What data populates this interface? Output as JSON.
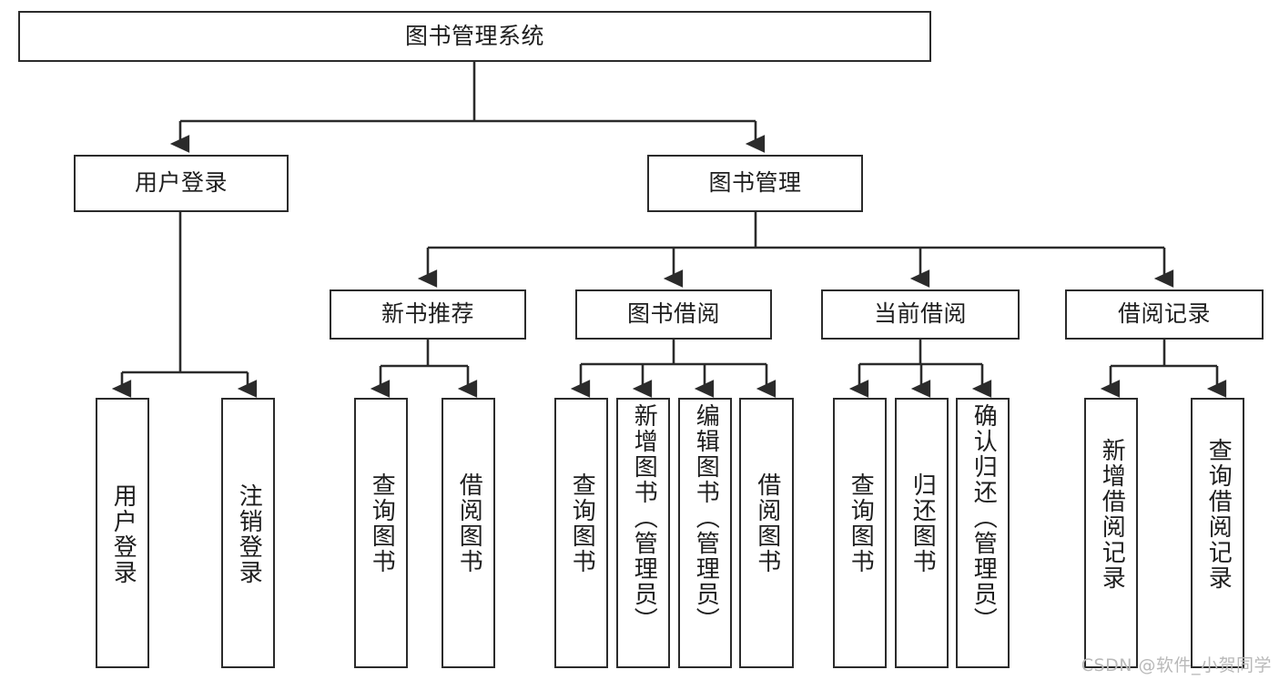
{
  "diagram": {
    "type": "tree",
    "title": "图书管理系统",
    "watermark": "CSDN @软件_小贺同学",
    "colors": {
      "box_border": "#2b2b2b",
      "box_fill": "#ffffff",
      "edge": "#2b2b2b",
      "text": "#1e1e1e",
      "watermark": "#b9b9b9",
      "background": "#ffffff"
    },
    "nodes": {
      "root": {
        "label": "图书管理系统",
        "level": 1,
        "orientation": "horizontal"
      },
      "n_user_login": {
        "label": "用户登录",
        "level": 2,
        "orientation": "horizontal"
      },
      "n_book_mgmt": {
        "label": "图书管理",
        "level": 2,
        "orientation": "horizontal"
      },
      "n_new_book_rec": {
        "label": "新书推荐",
        "level": 3,
        "orientation": "horizontal"
      },
      "n_book_borrow": {
        "label": "图书借阅",
        "level": 3,
        "orientation": "horizontal"
      },
      "n_current_borrow": {
        "label": "当前借阅",
        "level": 3,
        "orientation": "horizontal"
      },
      "n_borrow_record": {
        "label": "借阅记录",
        "level": 3,
        "orientation": "horizontal"
      },
      "l_user_login": {
        "label": "用户登录",
        "level": 4,
        "orientation": "vertical"
      },
      "l_user_logout": {
        "label": "注销登录",
        "level": 4,
        "orientation": "vertical"
      },
      "l_query_book_1": {
        "label": "查询图书",
        "level": 4,
        "orientation": "vertical"
      },
      "l_borrow_book_1": {
        "label": "借阅图书",
        "level": 4,
        "orientation": "vertical"
      },
      "l_query_book_2": {
        "label": "查询图书",
        "level": 4,
        "orientation": "vertical"
      },
      "l_add_book": {
        "label": "新增图书（管理员）",
        "level": 4,
        "orientation": "vertical"
      },
      "l_edit_book": {
        "label": "编辑图书（管理员）",
        "level": 4,
        "orientation": "vertical"
      },
      "l_borrow_book_2": {
        "label": "借阅图书",
        "level": 4,
        "orientation": "vertical"
      },
      "l_query_book_3": {
        "label": "查询图书",
        "level": 4,
        "orientation": "vertical"
      },
      "l_return_book": {
        "label": "归还图书",
        "level": 4,
        "orientation": "vertical"
      },
      "l_confirm_return": {
        "label": "确认归还（管理员）",
        "level": 4,
        "orientation": "vertical"
      },
      "l_add_record": {
        "label": "新增借阅记录",
        "level": 4,
        "orientation": "vertical"
      },
      "l_query_record": {
        "label": "查询借阅记录",
        "level": 4,
        "orientation": "vertical"
      }
    },
    "edges": [
      {
        "from": "root",
        "to": "n_user_login"
      },
      {
        "from": "root",
        "to": "n_book_mgmt"
      },
      {
        "from": "n_user_login",
        "to": "l_user_login"
      },
      {
        "from": "n_user_login",
        "to": "l_user_logout"
      },
      {
        "from": "n_book_mgmt",
        "to": "n_new_book_rec"
      },
      {
        "from": "n_book_mgmt",
        "to": "n_book_borrow"
      },
      {
        "from": "n_book_mgmt",
        "to": "n_current_borrow"
      },
      {
        "from": "n_book_mgmt",
        "to": "n_borrow_record"
      },
      {
        "from": "n_new_book_rec",
        "to": "l_query_book_1"
      },
      {
        "from": "n_new_book_rec",
        "to": "l_borrow_book_1"
      },
      {
        "from": "n_book_borrow",
        "to": "l_query_book_2"
      },
      {
        "from": "n_book_borrow",
        "to": "l_add_book"
      },
      {
        "from": "n_book_borrow",
        "to": "l_edit_book"
      },
      {
        "from": "n_book_borrow",
        "to": "l_borrow_book_2"
      },
      {
        "from": "n_current_borrow",
        "to": "l_query_book_3"
      },
      {
        "from": "n_current_borrow",
        "to": "l_return_book"
      },
      {
        "from": "n_current_borrow",
        "to": "l_confirm_return"
      },
      {
        "from": "n_borrow_record",
        "to": "l_add_record"
      },
      {
        "from": "n_borrow_record",
        "to": "l_query_record"
      }
    ]
  }
}
